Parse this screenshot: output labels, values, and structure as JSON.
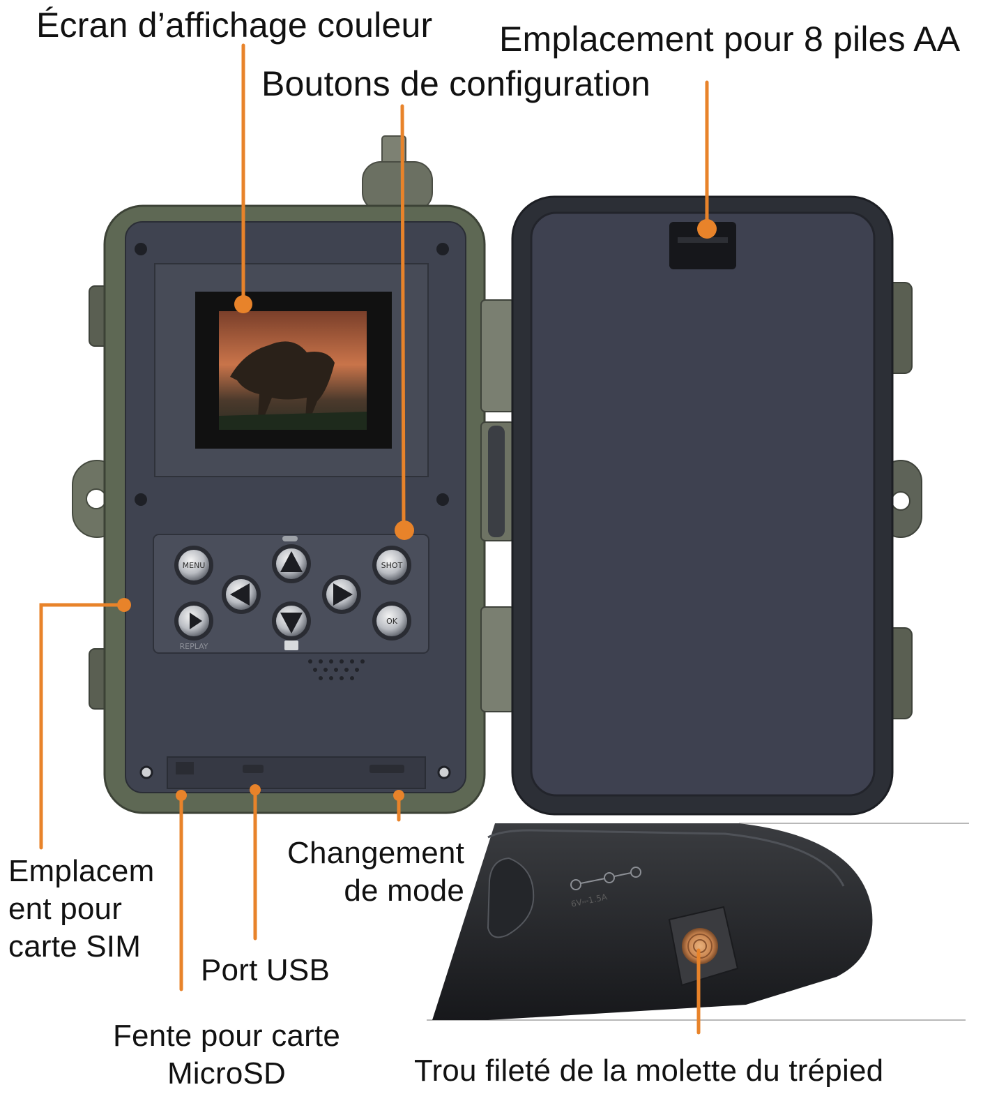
{
  "labels": {
    "color_screen": "Écran d’affichage couleur",
    "battery_slot": "Emplacement pour 8 piles AA",
    "config_buttons": "Boutons de configuration",
    "sim_slot": "Emplacem\nent pour\ncarte SIM",
    "mode_switch": "Changement\nde mode",
    "usb_port": "Port USB",
    "microsd_slot": "Fente pour carte\nMicroSD",
    "tripod_hole": "Trou fileté de la molette du trépied"
  },
  "keypad": {
    "menu": "MENU",
    "shot": "SHOT",
    "replay": "REPLAY",
    "ok": "OK"
  },
  "port_spec": "6V⎓1.5A",
  "colors": {
    "callout": "#e8832a",
    "housing": "#5e6854",
    "panel": "#3f4350",
    "lid_interior": "#3e4150"
  }
}
